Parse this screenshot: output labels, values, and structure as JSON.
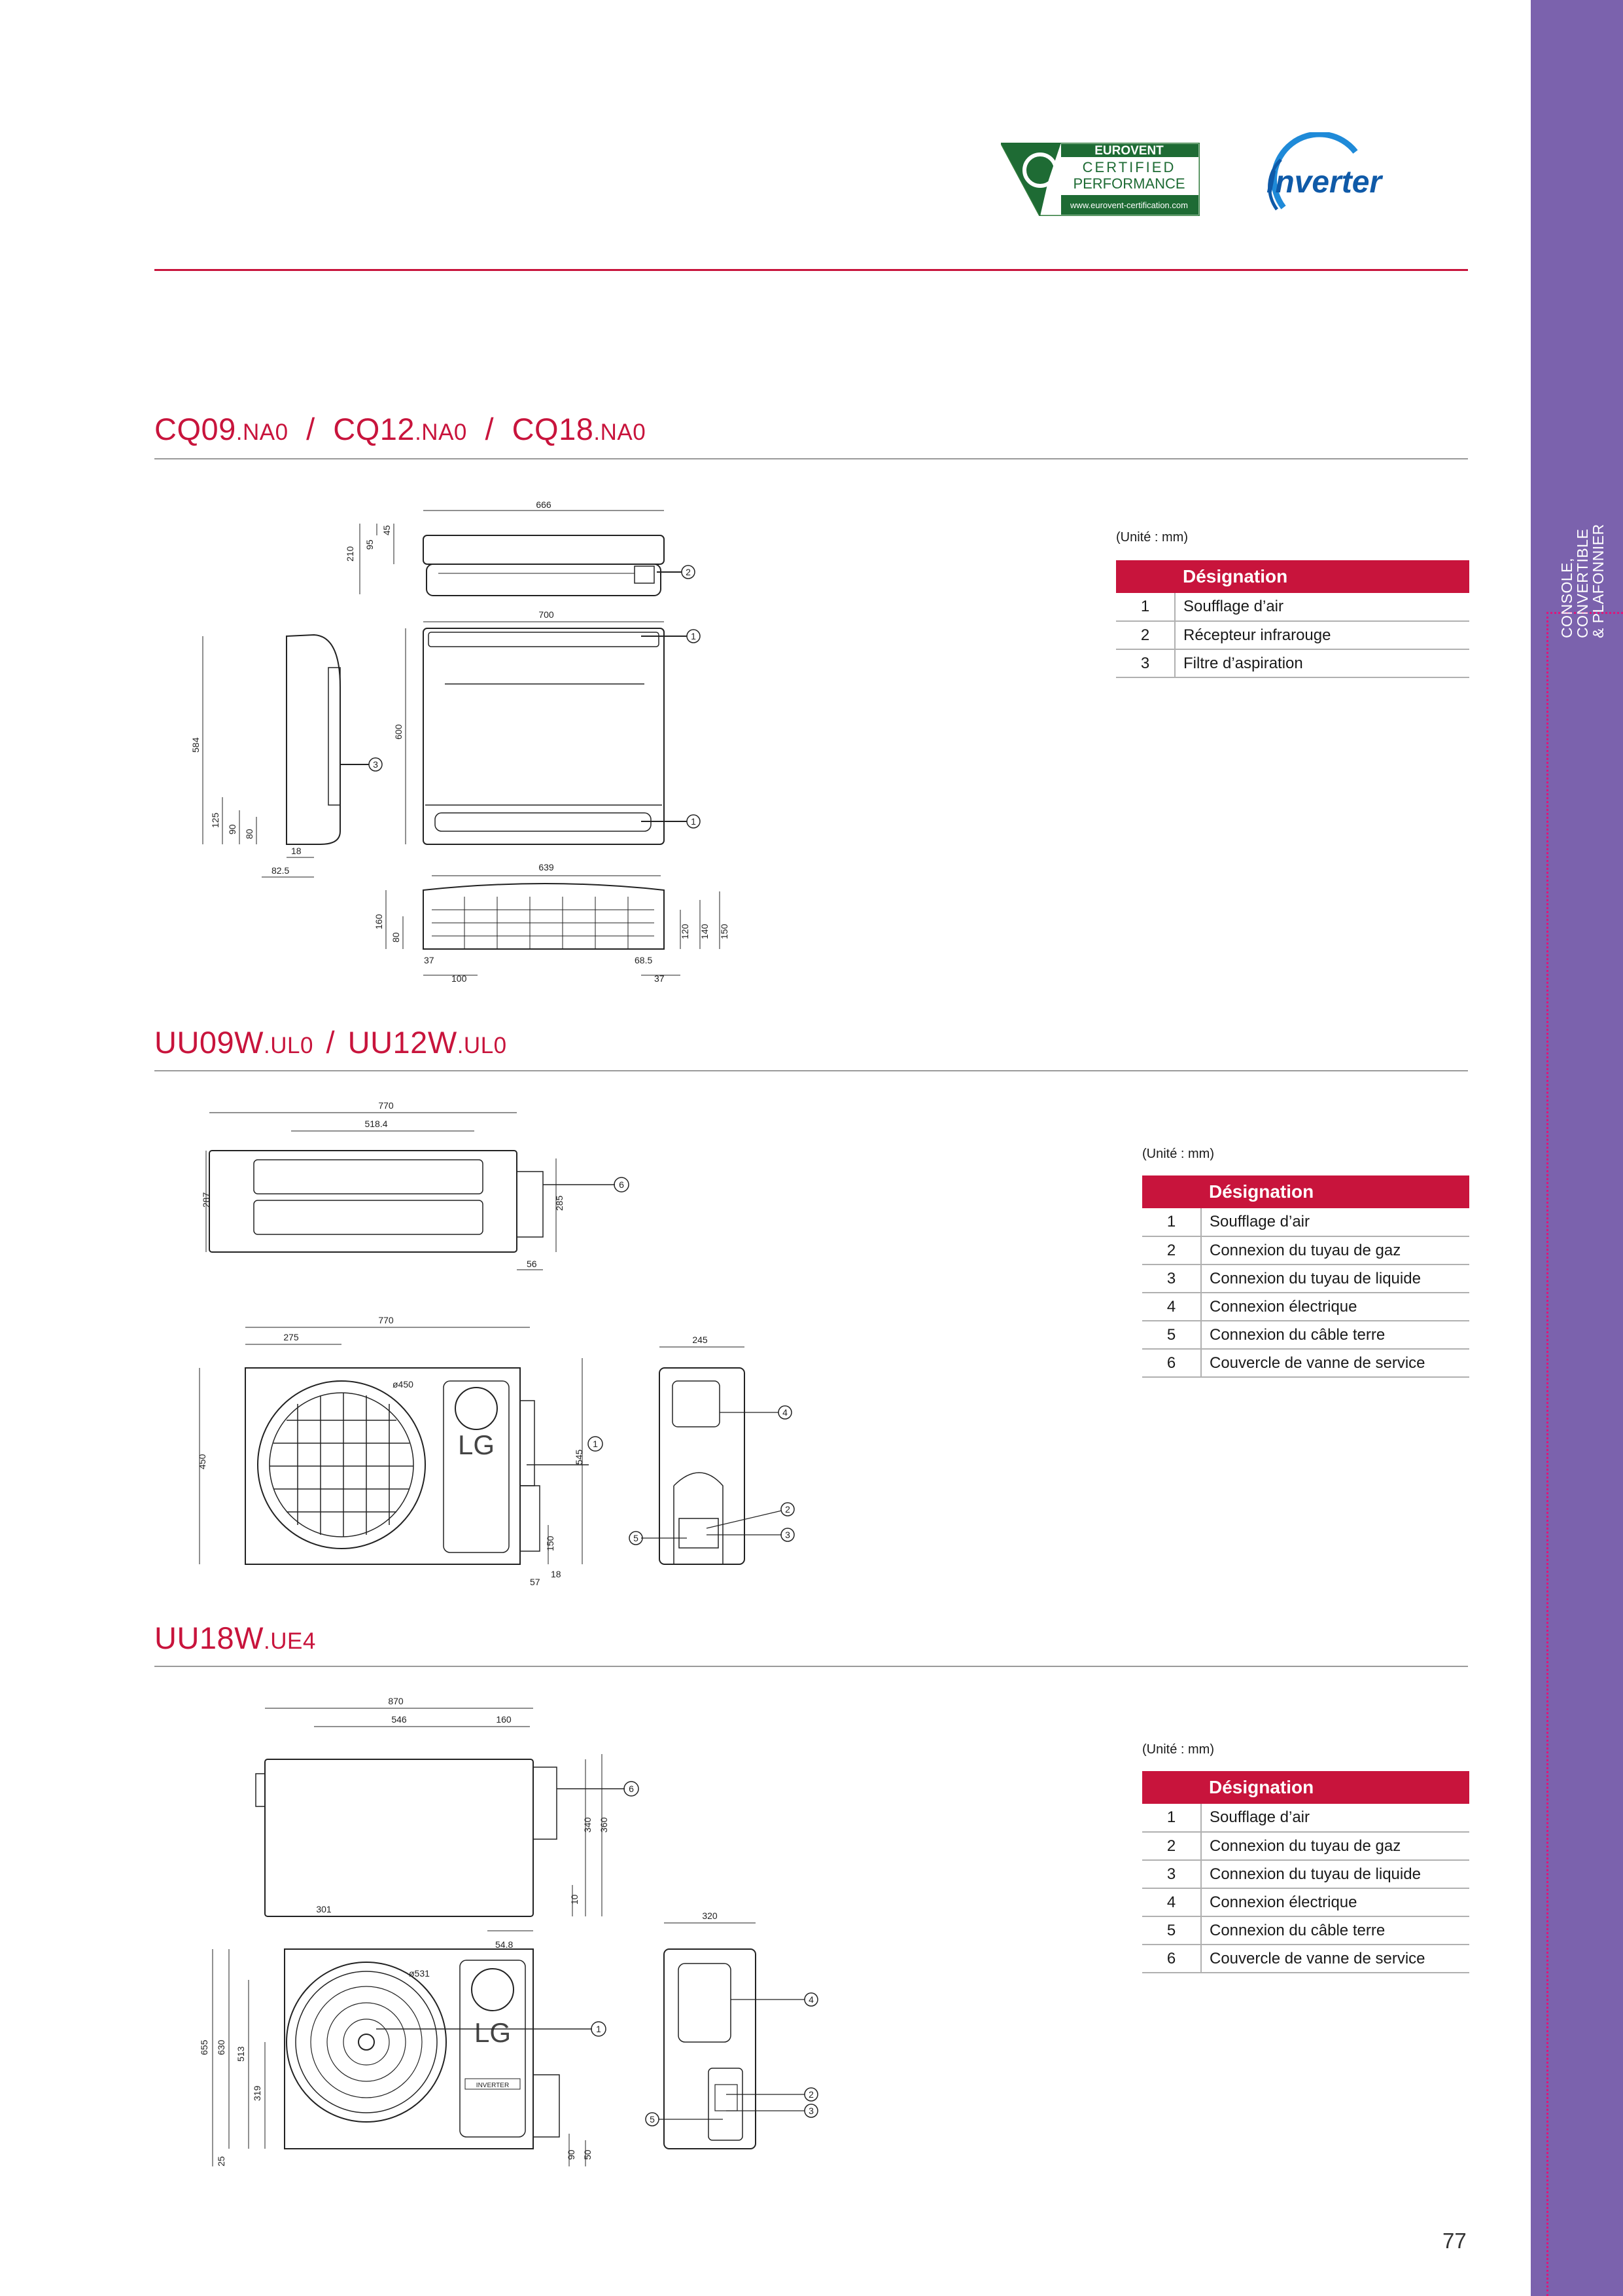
{
  "sidebar": {
    "label_line1": "CONSOLE,",
    "label_line2": "CONVERTIBLE",
    "label_line3": "& PLAFONNIER",
    "band_color": "#7b62ad"
  },
  "badges": {
    "eurovent_line1": "EUROVENT",
    "eurovent_line2": "CERTIFIED",
    "eurovent_line3": "PERFORMANCE",
    "eurovent_url": "www.eurovent-certification.com",
    "inverter_text": "Inverter"
  },
  "accent_color": "#c8143c",
  "sections": [
    {
      "title_main": "CQ09.NA0  /  CQ12.NA0  /  CQ18.NA0",
      "parts": [
        {
          "model": "CQ09",
          "suffix": ".NA0"
        },
        {
          "model": "CQ12",
          "suffix": ".NA0"
        },
        {
          "model": "CQ18",
          "suffix": ".NA0"
        }
      ],
      "separator": "/",
      "unit_note": "(Unité : mm)",
      "table_header": "Désignation",
      "rows": [
        {
          "num": "1",
          "label": "Soufflage d’air"
        },
        {
          "num": "2",
          "label": "Récepteur infrarouge"
        },
        {
          "num": "3",
          "label": "Filtre d’aspiration"
        }
      ],
      "dims": {
        "top_width": "666",
        "d45": "45",
        "d95": "95",
        "d210": "210",
        "front_width": "700",
        "front_height": "600",
        "side_height": "584",
        "s125": "125",
        "s90": "90",
        "s80": "80",
        "s18": "18",
        "s825": "82.5",
        "bottom_width": "639",
        "b160": "160",
        "b80": "80",
        "b37a": "37",
        "b100": "100",
        "b120": "120",
        "b140": "140",
        "b150": "150",
        "b685": "68.5",
        "b37b": "37"
      },
      "callouts": [
        "1",
        "2",
        "3"
      ]
    },
    {
      "parts": [
        {
          "model": "UU09W",
          "suffix": ".UL0"
        },
        {
          "model": "UU12W",
          "suffix": ".UL0"
        }
      ],
      "separator": "/",
      "unit_note": "(Unité : mm)",
      "table_header": "Désignation",
      "rows": [
        {
          "num": "1",
          "label": "Soufflage d’air"
        },
        {
          "num": "2",
          "label": "Connexion du tuyau de gaz"
        },
        {
          "num": "3",
          "label": "Connexion du tuyau de liquide"
        },
        {
          "num": "4",
          "label": "Connexion électrique"
        },
        {
          "num": "5",
          "label": "Connexion du câble terre"
        },
        {
          "num": "6",
          "label": "Couvercle de vanne de service"
        }
      ],
      "dims": {
        "top_width": "770",
        "top_inner": "518.4",
        "top_depth": "287",
        "t285": "285",
        "t56": "56",
        "front_width": "770",
        "f275": "275",
        "f450": "450",
        "f545": "545",
        "f150": "150",
        "f57": "57",
        "f18": "18",
        "fan": "ø450",
        "side_width": "245",
        "logo": "LG"
      },
      "callouts": [
        "1",
        "2",
        "3",
        "4",
        "5",
        "6"
      ]
    },
    {
      "parts": [
        {
          "model": "UU18W",
          "suffix": ".UE4"
        }
      ],
      "unit_note": "(Unité : mm)",
      "table_header": "Désignation",
      "rows": [
        {
          "num": "1",
          "label": "Soufflage d’air"
        },
        {
          "num": "2",
          "label": "Connexion du tuyau de gaz"
        },
        {
          "num": "3",
          "label": "Connexion du tuyau de liquide"
        },
        {
          "num": "4",
          "label": "Connexion électrique"
        },
        {
          "num": "5",
          "label": "Connexion du câble terre"
        },
        {
          "num": "6",
          "label": "Couvercle de vanne de service"
        }
      ],
      "dims": {
        "top_width": "870",
        "t546": "546",
        "t160": "160",
        "t340": "340",
        "t360": "360",
        "t10": "10",
        "t548": "54.8",
        "front_top": "301",
        "f655": "655",
        "f630": "630",
        "f513": "513",
        "f319": "319",
        "f25": "25",
        "f90": "90",
        "f50": "50",
        "fan": "ø531",
        "side_width": "320",
        "logo": "LG",
        "brand_plate": "INVERTER"
      },
      "callouts": [
        "1",
        "2",
        "3",
        "4",
        "5",
        "6"
      ]
    }
  ],
  "page_number": "77"
}
